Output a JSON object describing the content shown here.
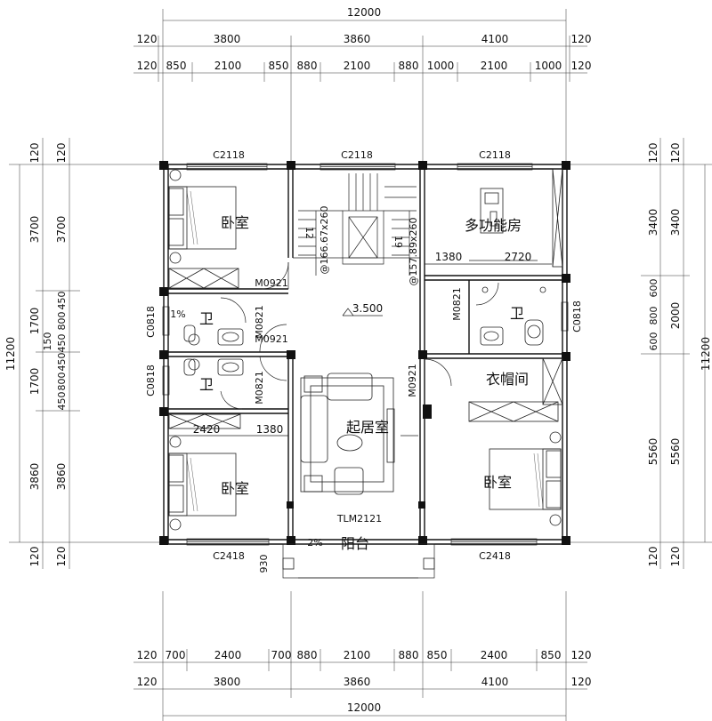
{
  "dimensions": {
    "top": {
      "total": "12000",
      "mid": [
        "120",
        "3800",
        "3860",
        "4100",
        "120"
      ],
      "detail": [
        "120",
        "850",
        "2100",
        "850",
        "880",
        "2100",
        "880",
        "1000",
        "2100",
        "1000",
        "120"
      ]
    },
    "bottom": {
      "detail": [
        "120",
        "700",
        "2400",
        "700",
        "880",
        "2100",
        "880",
        "850",
        "2400",
        "850",
        "120"
      ],
      "mid": [
        "120",
        "3800",
        "3860",
        "4100",
        "120"
      ],
      "total": "12000"
    },
    "left": {
      "total": "11200",
      "mid": [
        "120",
        "3700",
        "1700",
        "1700",
        "3860",
        "120"
      ],
      "detail": [
        "120",
        "3700",
        "450",
        "800",
        "450",
        "450",
        "800",
        "450",
        "3860",
        "120"
      ],
      "small": "150"
    },
    "right": {
      "total": "11200",
      "mid": [
        "120",
        "3400",
        "2000",
        "5560",
        "120"
      ],
      "detail": [
        "120",
        "3400",
        "600",
        "800",
        "600",
        "5560",
        "120"
      ]
    }
  },
  "rooms": {
    "bedroom_nw": "卧室",
    "bath_w1": "卫",
    "bath_w2": "卫",
    "bedroom_sw": "卧室",
    "multi_room": "多功能房",
    "bath_e": "卫",
    "cloakroom": "衣帽间",
    "bedroom_se": "卧室",
    "living": "起居室",
    "balcony": "阳台"
  },
  "windows": {
    "top_left": "C2118",
    "top_mid": "C2118",
    "top_right": "C2118",
    "bottom_left": "C2418",
    "bottom_right": "C2418",
    "balcony_door": "TLM2121",
    "left_1": "C0818",
    "left_2": "C0818",
    "right_1": "C0818"
  },
  "doors": {
    "d1": "M0921",
    "d2": "M0921",
    "d3": "M0821",
    "d4": "M0821",
    "d5": "M0921",
    "d6": "M0821"
  },
  "stairs": {
    "left_label": "@166.67x260",
    "right_label": "@157.89x260",
    "left_count": "12",
    "right_count": "19"
  },
  "annotations": {
    "level": "3.500",
    "slope_bath": "1%",
    "slope_balcony": "2%",
    "balcony_depth": "930",
    "dim_2420": "2420",
    "dim_1380_left": "1380",
    "dim_1380_right": "1380",
    "dim_2720": "2720"
  }
}
